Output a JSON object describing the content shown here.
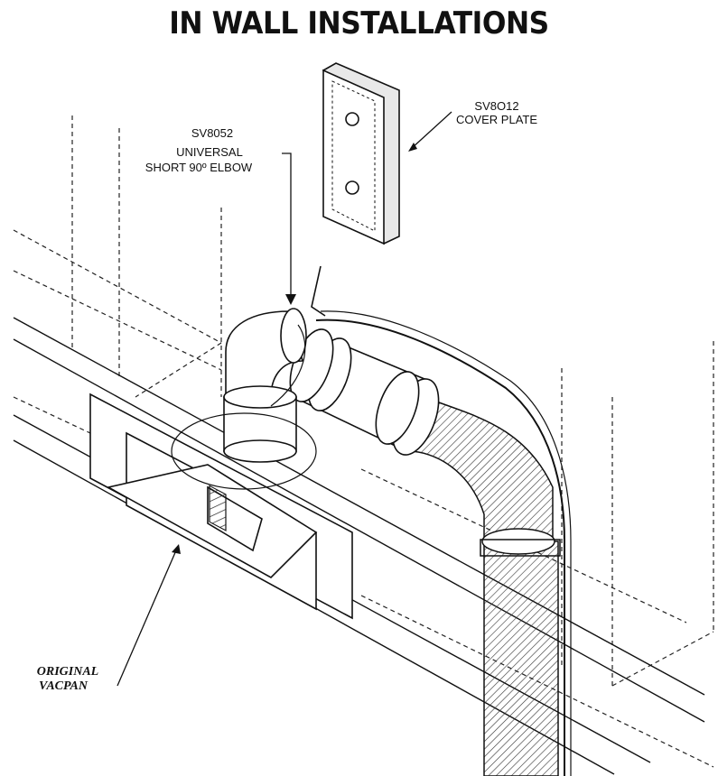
{
  "title": "IN WALL INSTALLATIONS",
  "labels": {
    "cover_plate_code": "SV8O12",
    "cover_plate_name": "COVER PLATE",
    "elbow_code": "SV8052",
    "elbow_line1": "UNIVERSAL",
    "elbow_line2": "SHORT 90º ELBOW",
    "vacpan_line1": "ORIGINAL",
    "vacpan_line2": "VACPAN"
  }
}
